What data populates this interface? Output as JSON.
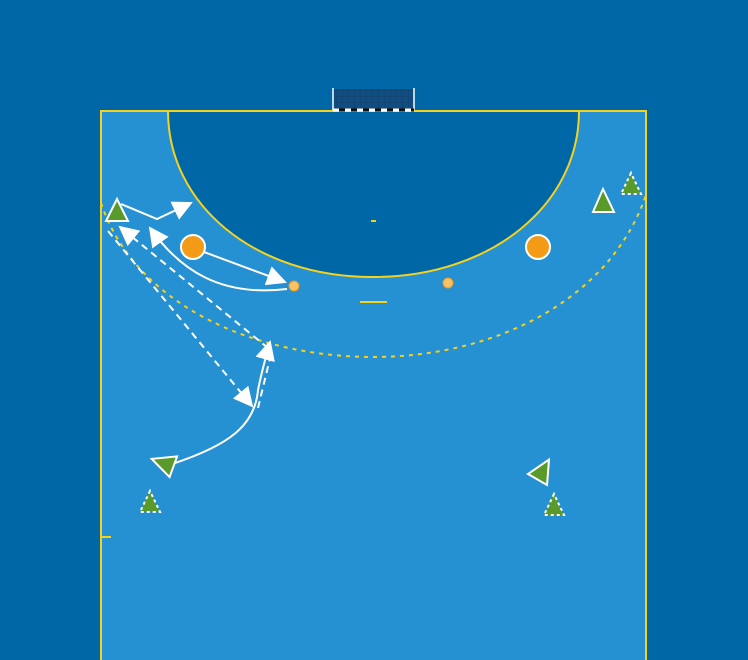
{
  "diagram": {
    "type": "handball-drill",
    "colors": {
      "background": "#0067a6",
      "court": "#2590d2",
      "goal_area": "#0067a6",
      "lines": "#f5d21e",
      "attacker": "#5a9a2a",
      "defender": "#f39a17",
      "ball": "#f7c368",
      "arrow": "#ffffff"
    },
    "attackers": 7,
    "defenders": 2,
    "balls": 2
  }
}
